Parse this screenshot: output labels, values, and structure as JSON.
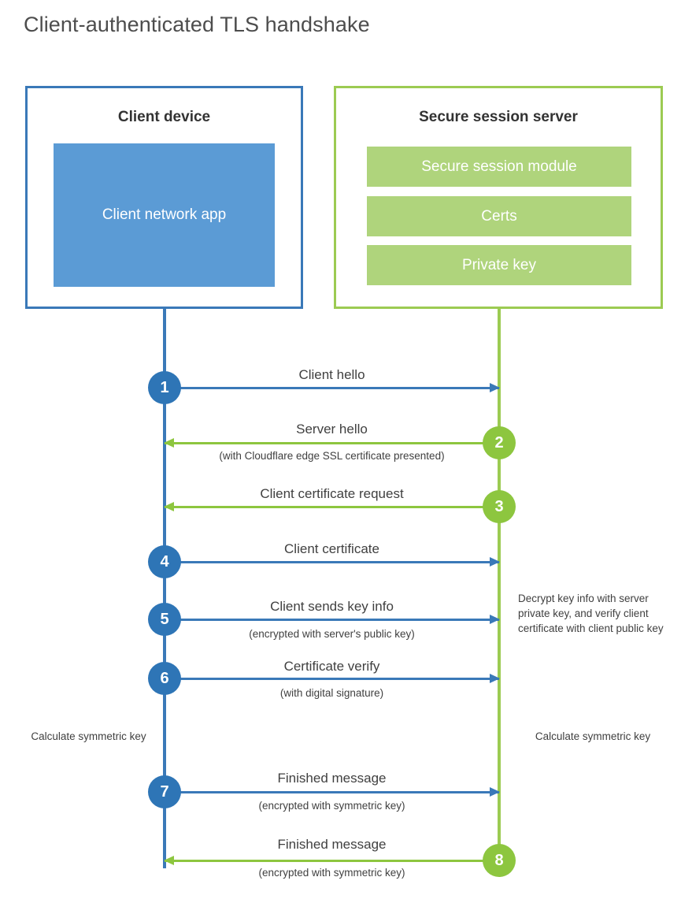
{
  "title": "Client-authenticated TLS handshake",
  "colors": {
    "client_blue": "#3A79B8",
    "client_app_fill": "#5B9BD5",
    "client_circle": "#2E75B6",
    "server_green": "#9CCB52",
    "server_bar_fill": "#AFD47C",
    "server_arrow": "#8DC63F",
    "text": "#404040",
    "heading": "#333333",
    "background": "#FFFFFF"
  },
  "client": {
    "title": "Client device",
    "app_label": "Client network app"
  },
  "server": {
    "title": "Secure session server",
    "components": [
      "Secure session module",
      "Certs",
      "Private key"
    ]
  },
  "steps": [
    {
      "number": "1",
      "label": "Client hello",
      "sub": "",
      "direction": "client-to-server",
      "color": "blue"
    },
    {
      "number": "2",
      "label": "Server hello",
      "sub": "(with Cloudflare edge SSL certificate presented)",
      "direction": "server-to-client",
      "color": "green"
    },
    {
      "number": "3",
      "label": "Client certificate request",
      "sub": "",
      "direction": "server-to-client",
      "color": "green"
    },
    {
      "number": "4",
      "label": "Client certificate",
      "sub": "",
      "direction": "client-to-server",
      "color": "blue"
    },
    {
      "number": "5",
      "label": "Client sends key info",
      "sub": "(encrypted with server's public key)",
      "direction": "client-to-server",
      "color": "blue"
    },
    {
      "number": "6",
      "label": "Certificate verify",
      "sub": "(with digital signature)",
      "direction": "client-to-server",
      "color": "blue"
    },
    {
      "number": "7",
      "label": "Finished message",
      "sub": "(encrypted with symmetric key)",
      "direction": "client-to-server",
      "color": "blue"
    },
    {
      "number": "8",
      "label": "Finished message",
      "sub": "(encrypted with symmetric key)",
      "direction": "server-to-client",
      "color": "green"
    }
  ],
  "notes": {
    "server_decrypt": "Decrypt key info with server private key, and verify client certificate with client public key",
    "client_calculate": "Calculate symmetric key",
    "server_calculate": "Calculate symmetric key"
  }
}
